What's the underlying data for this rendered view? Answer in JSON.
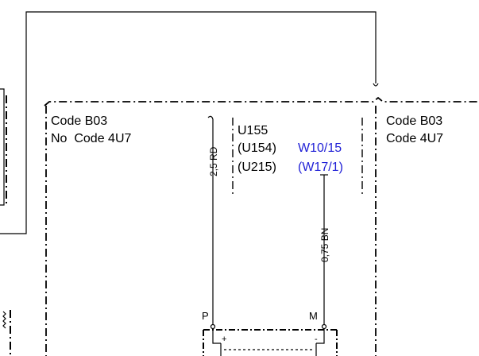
{
  "left_zone": {
    "line1": "Code B03",
    "line2": "No  Code 4U7"
  },
  "right_zone": {
    "line1": "Code B03",
    "line2": "Code 4U7"
  },
  "modules": {
    "line1": "U155",
    "line2": "(U154)",
    "line3": "(U215)"
  },
  "refs": {
    "line1": "W10/15",
    "line2": "(W17/1)"
  },
  "wires": {
    "left": "2,5 RD",
    "right": "0,75 BN"
  },
  "pins": {
    "p": "P",
    "m": "M",
    "plus": "+",
    "minus": "-"
  },
  "colors": {
    "line": "#000000",
    "ref_text": "#1f1fd6"
  }
}
